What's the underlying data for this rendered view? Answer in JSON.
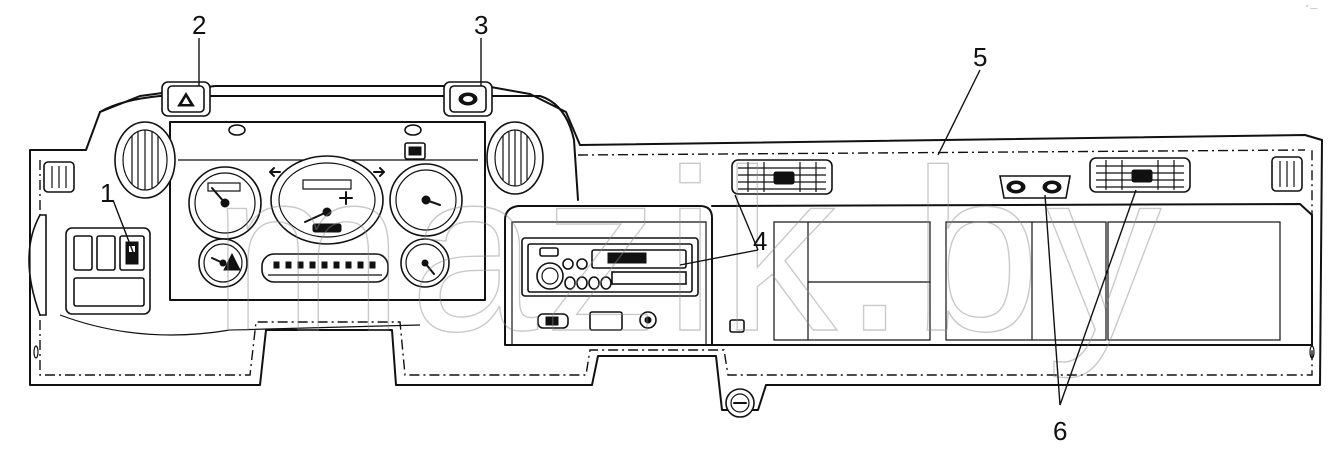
{
  "figure": {
    "callouts": [
      {
        "id": "1",
        "label": "1"
      },
      {
        "id": "2",
        "label": "2"
      },
      {
        "id": "3",
        "label": "3"
      },
      {
        "id": "4",
        "label": "4"
      },
      {
        "id": "5",
        "label": "5"
      },
      {
        "id": "6",
        "label": "6"
      }
    ],
    "watermark": "mazik.by",
    "corner_mark": "″ —"
  }
}
